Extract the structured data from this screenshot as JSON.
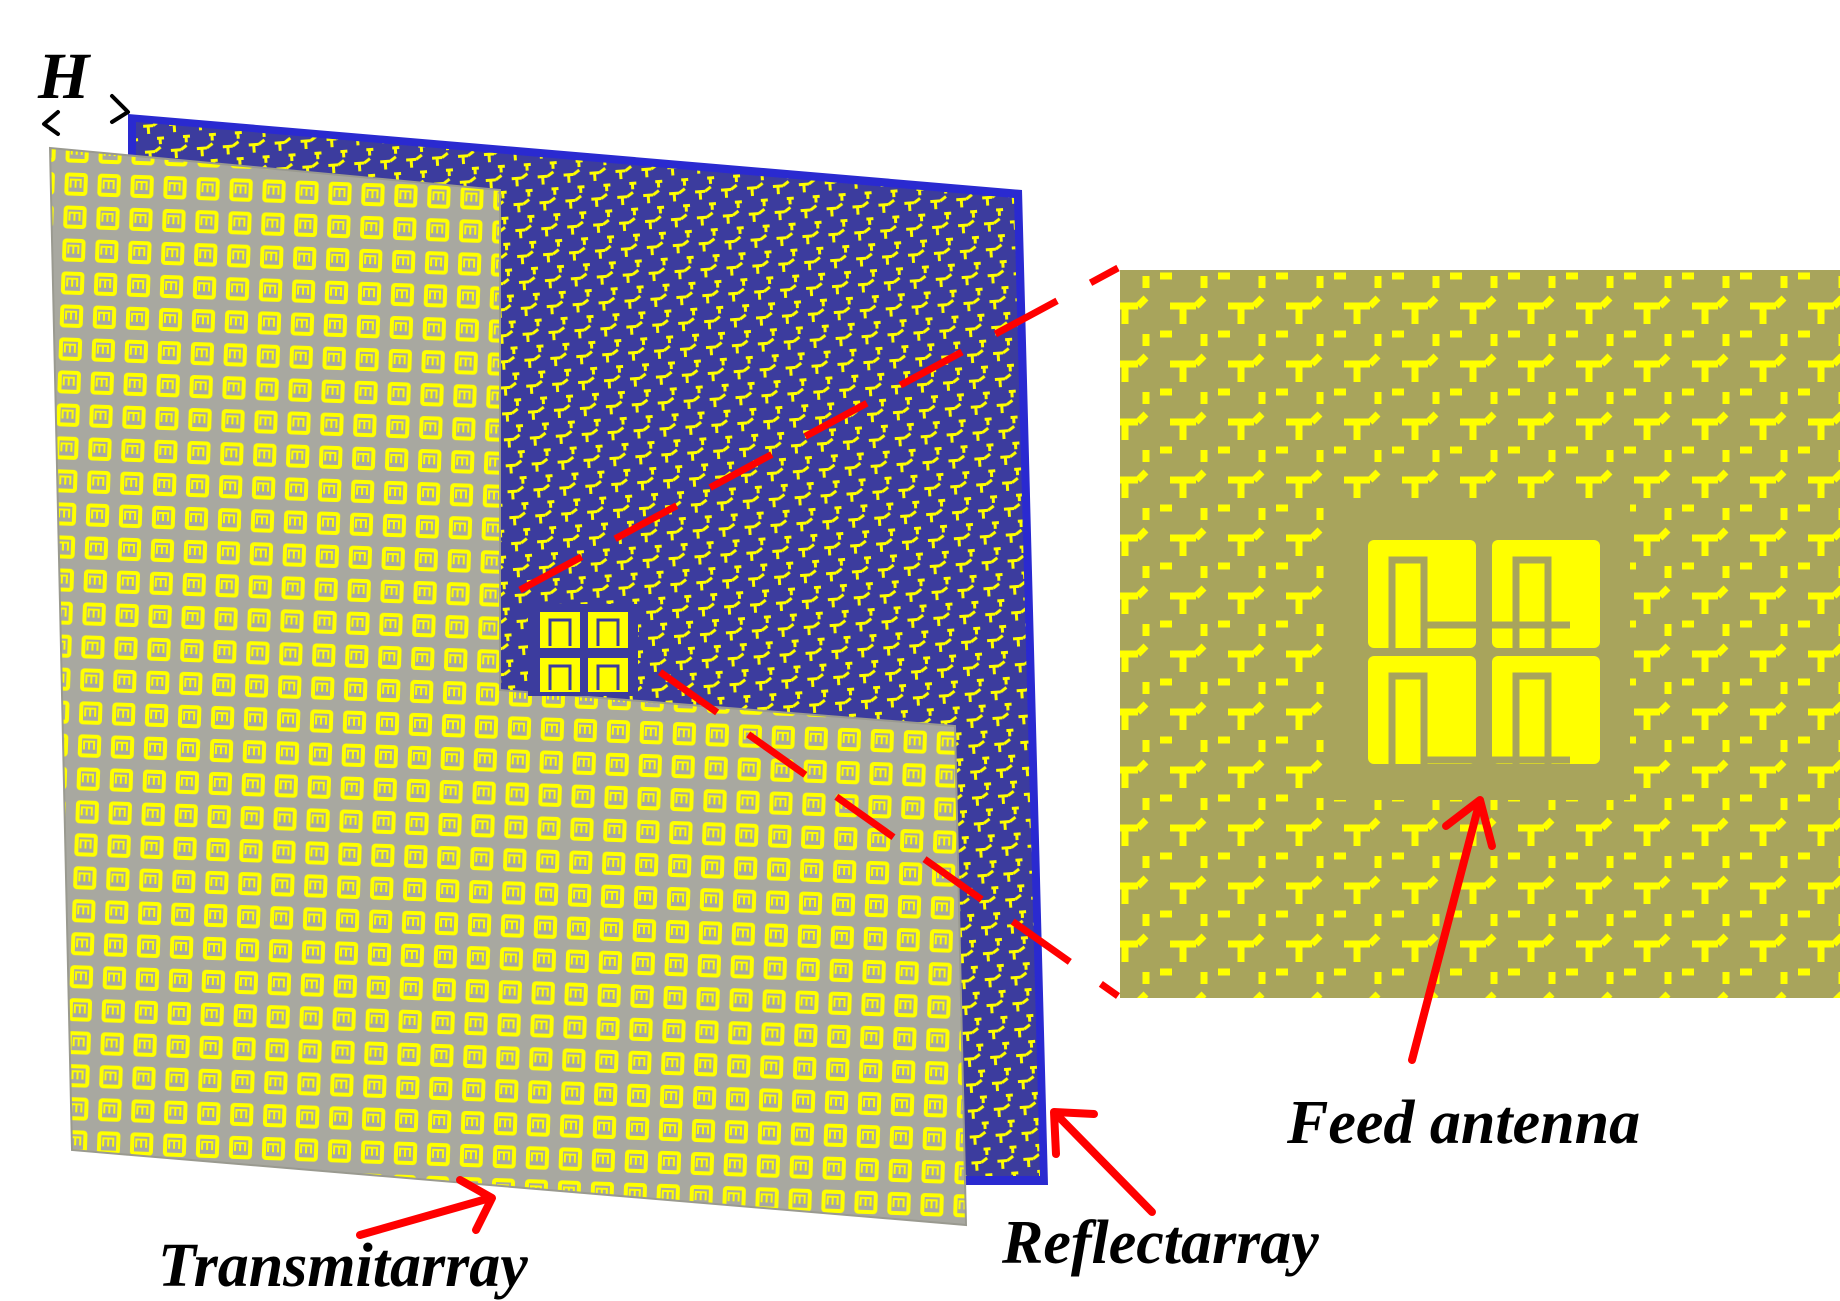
{
  "labels": {
    "h_marker": "H",
    "transmitarray": "Transmitarray",
    "reflectarray": "Reflectarray",
    "feed_antenna": "Feed antenna"
  },
  "colors": {
    "reflectarray_substrate": "#3c3c9e",
    "reflectarray_border": "#2a2ad0",
    "transmitarray_substrate": "#a8a8a0",
    "element_yellow": "#ffff00",
    "zoom_substrate": "#a8a45c",
    "callout_red": "#ff0000"
  }
}
